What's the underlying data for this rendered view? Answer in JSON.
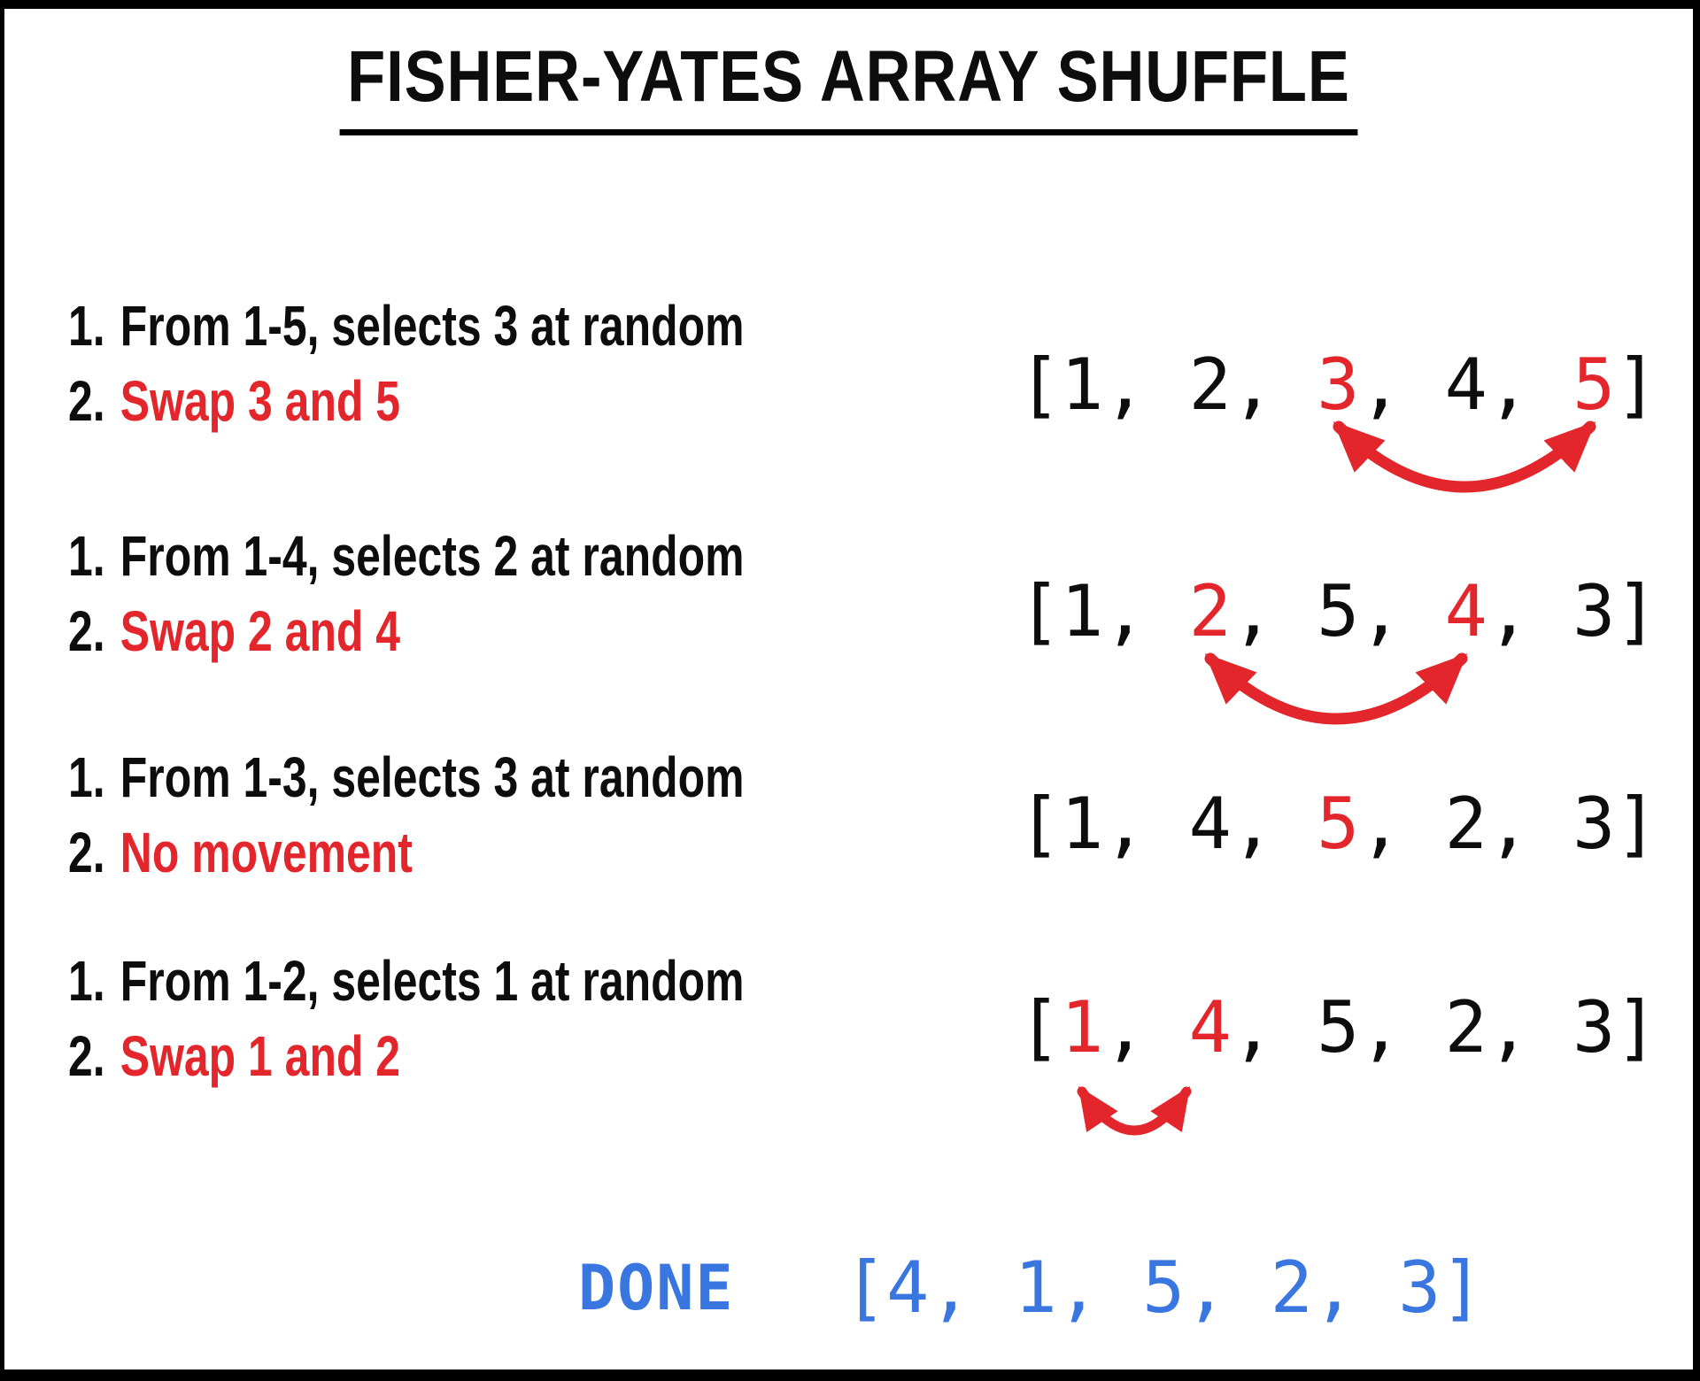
{
  "title": "FISHER-YATES ARRAY SHUFFLE",
  "colors": {
    "red": "#e2262b",
    "blue": "#3a76df",
    "ink": "#0d0d0d"
  },
  "steps": [
    {
      "num1": "1.",
      "text1": "From 1-5, selects 3 at random",
      "num2": "2.",
      "text2": "Swap 3 and 5",
      "array_text": "[1, 2, 3, 4, 5]",
      "red_values": [
        "3",
        "5"
      ],
      "tokens": [
        {
          "t": "[",
          "c": "b"
        },
        {
          "t": "1",
          "c": "b"
        },
        {
          "t": ", ",
          "c": "b"
        },
        {
          "t": "2",
          "c": "b"
        },
        {
          "t": ", ",
          "c": "b"
        },
        {
          "t": "3",
          "c": "r"
        },
        {
          "t": ", ",
          "c": "b"
        },
        {
          "t": "4",
          "c": "b"
        },
        {
          "t": ", ",
          "c": "b"
        },
        {
          "t": "5",
          "c": "r"
        },
        {
          "t": "]",
          "c": "b"
        }
      ],
      "has_swap_arrow": true
    },
    {
      "num1": "1.",
      "text1": "From 1-4, selects 2 at random",
      "num2": "2.",
      "text2": "Swap 2 and 4",
      "array_text": "[1, 2, 5, 4, 3]",
      "red_values": [
        "2",
        "4"
      ],
      "tokens": [
        {
          "t": "[",
          "c": "b"
        },
        {
          "t": "1",
          "c": "b"
        },
        {
          "t": ", ",
          "c": "b"
        },
        {
          "t": "2",
          "c": "r"
        },
        {
          "t": ", ",
          "c": "b"
        },
        {
          "t": "5",
          "c": "b"
        },
        {
          "t": ", ",
          "c": "b"
        },
        {
          "t": "4",
          "c": "r"
        },
        {
          "t": ", ",
          "c": "b"
        },
        {
          "t": "3",
          "c": "b"
        },
        {
          "t": "]",
          "c": "b"
        }
      ],
      "has_swap_arrow": true
    },
    {
      "num1": "1.",
      "text1": "From 1-3, selects 3 at random",
      "num2": "2.",
      "text2": "No movement",
      "array_text": "[1, 4, 5, 2, 3]",
      "red_values": [
        "5"
      ],
      "tokens": [
        {
          "t": "[",
          "c": "b"
        },
        {
          "t": "1",
          "c": "b"
        },
        {
          "t": ", ",
          "c": "b"
        },
        {
          "t": "4",
          "c": "b"
        },
        {
          "t": ", ",
          "c": "b"
        },
        {
          "t": "5",
          "c": "r"
        },
        {
          "t": ", ",
          "c": "b"
        },
        {
          "t": "2",
          "c": "b"
        },
        {
          "t": ", ",
          "c": "b"
        },
        {
          "t": "3",
          "c": "b"
        },
        {
          "t": "]",
          "c": "b"
        }
      ],
      "has_swap_arrow": false
    },
    {
      "num1": "1.",
      "text1": "From 1-2, selects 1 at random",
      "num2": "2.",
      "text2": "Swap 1 and 2",
      "array_text": "[1, 4, 5, 2, 3]",
      "red_values": [
        "1",
        "4"
      ],
      "tokens": [
        {
          "t": "[",
          "c": "b"
        },
        {
          "t": "1",
          "c": "r"
        },
        {
          "t": ", ",
          "c": "b"
        },
        {
          "t": "4",
          "c": "r"
        },
        {
          "t": ", ",
          "c": "b"
        },
        {
          "t": "5",
          "c": "b"
        },
        {
          "t": ", ",
          "c": "b"
        },
        {
          "t": "2",
          "c": "b"
        },
        {
          "t": ", ",
          "c": "b"
        },
        {
          "t": "3",
          "c": "b"
        },
        {
          "t": "]",
          "c": "b"
        }
      ],
      "has_swap_arrow": true
    }
  ],
  "done": {
    "label": "DONE",
    "array_text": "[4, 1, 5, 2, 3]"
  }
}
